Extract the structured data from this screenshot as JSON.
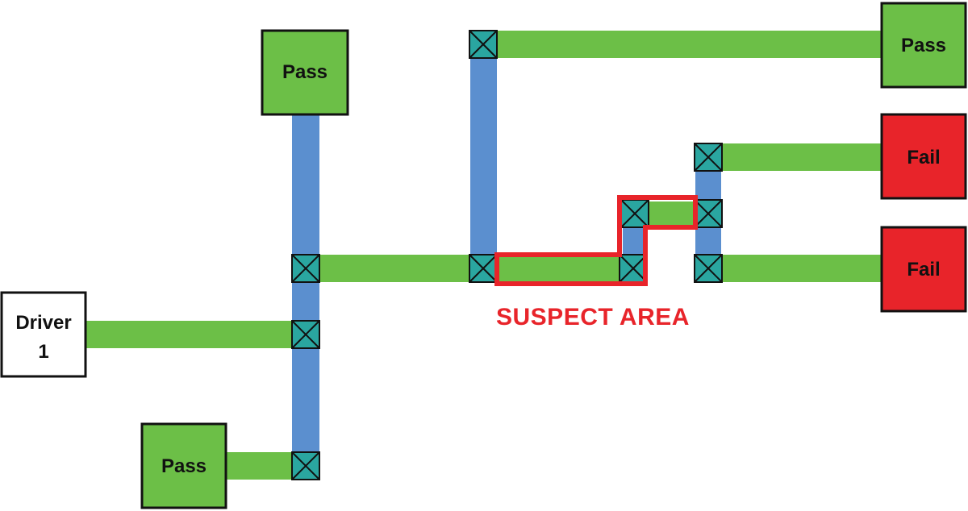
{
  "colors": {
    "pass_fill": "#6cbf47",
    "fail_fill": "#e8242a",
    "driver_fill": "#ffffff",
    "green_trace": "#6cbf47",
    "blue_trace": "#5b8fcf",
    "via_fill": "#2aa6a0",
    "outline": "#111111",
    "suspect": "#e8242a"
  },
  "nodes": {
    "driver": {
      "line1": "Driver",
      "line2": "1",
      "status": "driver"
    },
    "pass_top_left": {
      "label": "Pass",
      "status": "pass"
    },
    "pass_bottom_left": {
      "label": "Pass",
      "status": "pass"
    },
    "pass_top_right": {
      "label": "Pass",
      "status": "pass"
    },
    "fail_mid_right": {
      "label": "Fail",
      "status": "fail"
    },
    "fail_low_right": {
      "label": "Fail",
      "status": "fail"
    }
  },
  "suspect_area": {
    "label": "SUSPECT AREA"
  }
}
